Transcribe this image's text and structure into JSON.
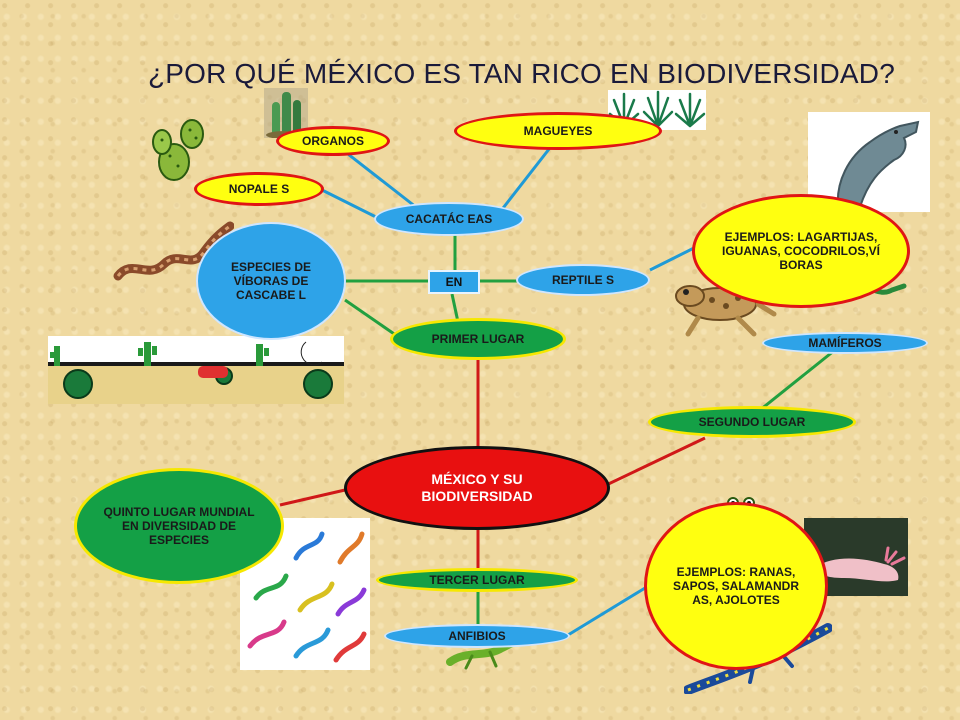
{
  "title": "¿POR QUÉ MÉXICO ES TAN RICO EN BIODIVERSIDAD?",
  "nodes": {
    "center": "MÉXICO Y SU BIODIVERSIDAD",
    "primer_lugar": "PRIMER LUGAR",
    "segundo_lugar": "SEGUNDO LUGAR",
    "tercer_lugar": "TERCER LUGAR",
    "quinto_lugar": "QUINTO LUGAR MUNDIAL EN DIVERSIDAD DE ESPECIES",
    "en": "EN",
    "cacatáceas": "CACATÁC EAS",
    "organos": "ORGANOS",
    "magueyes": "MAGUEYES",
    "nopales": "NOPALE S",
    "viboras": "ESPECIES DE VÍBORAS DE CASCABE L",
    "reptiles": "REPTILE S",
    "ejemplos_reptiles": "EJEMPLOS: LAGARTIJAS, IGUANAS, COCODRILOS,VÍ BORAS",
    "mamiferos": "MAMÍFEROS",
    "anfibios": "ANFIBIOS",
    "ejemplos_anfibios": "EJEMPLOS: RANAS, SAPOS, SALAMANDR AS, AJOLOTES"
  },
  "colors": {
    "blue_node": "#2ea3e8",
    "yellow_node": "#ffff10",
    "green_node": "#14a046",
    "center_node": "#e81010",
    "line_blue": "#1f9ad6",
    "line_green": "#22a040",
    "line_red": "#d01818"
  },
  "icons": [
    "cactus-organ-icon",
    "agave-icon",
    "nopal-icon",
    "crocodile-icon",
    "snake-icon",
    "desert-scene-icon",
    "toad-icon",
    "lizards-icon",
    "frog-icon",
    "axolotl-icon",
    "salamander-icon"
  ]
}
